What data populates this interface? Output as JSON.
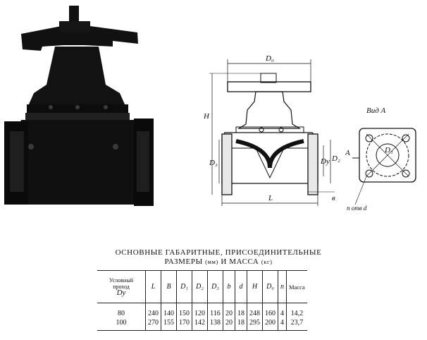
{
  "drawing_labels": {
    "D0": "D₀",
    "H": "H",
    "L": "L",
    "Dy": "Dy",
    "D2": "D₂",
    "D3": "D₃",
    "b": "в",
    "view": "Вид А",
    "arrowA": "A",
    "D1": "D₁",
    "holes": "n отв d"
  },
  "title": {
    "line1": "ОСНОВНЫЕ ГАБАРИТНЫЕ, ПРИСОЕДИНИТЕЛЬНЫЕ",
    "line2_a": "РАЗМЕРЫ",
    "line2_b": "(мм)",
    "line2_c": "И МАССА",
    "line2_d": "(кг)"
  },
  "table": {
    "headers": {
      "bore_1": "Условный",
      "bore_2": "проход",
      "bore_3": "Dy",
      "L": "L",
      "B": "B",
      "D1": "D₁",
      "D2": "D₂",
      "D3": "D₃",
      "b": "b",
      "d": "d",
      "H": "H",
      "D0": "D₀",
      "n": "n",
      "mass": "Масса"
    },
    "rows": [
      {
        "dy": "80",
        "L": "240",
        "B": "140",
        "D1": "150",
        "D2": "120",
        "D3": "116",
        "b": "20",
        "d": "18",
        "H": "248",
        "D0": "160",
        "n": "4",
        "mass": "14,2"
      },
      {
        "dy": "100",
        "L": "270",
        "B": "155",
        "D1": "170",
        "D2": "142",
        "D3": "138",
        "b": "20",
        "d": "18",
        "H": "295",
        "D0": "200",
        "n": "4",
        "mass": "23,7"
      }
    ]
  }
}
